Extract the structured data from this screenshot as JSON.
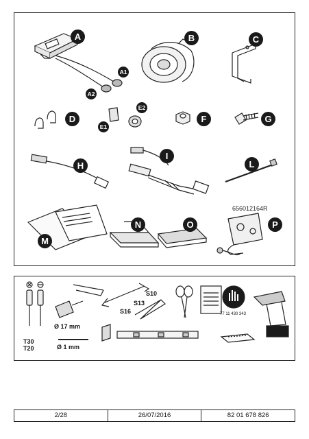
{
  "parts": {
    "labels": {
      "A": "A",
      "A1": "A1",
      "A2": "A2",
      "B": "B",
      "C": "C",
      "D": "D",
      "E1": "E1",
      "E2": "E2",
      "F": "F",
      "G": "G",
      "H": "H",
      "I": "I",
      "L": "L",
      "M": "M",
      "N": "N",
      "O": "O",
      "P": "P"
    },
    "part_number": "656012164R"
  },
  "tools": {
    "torx": [
      "T30",
      "T20"
    ],
    "hole_saw": "Ø 17 mm",
    "drill_bit": "Ø 1 mm",
    "spanners": [
      "S10",
      "S13",
      "S16"
    ],
    "manual_code": "77 11 430 343"
  },
  "footer": {
    "page": "2/28",
    "date": "26/07/2016",
    "doc_ref": "82 01 678 826"
  }
}
